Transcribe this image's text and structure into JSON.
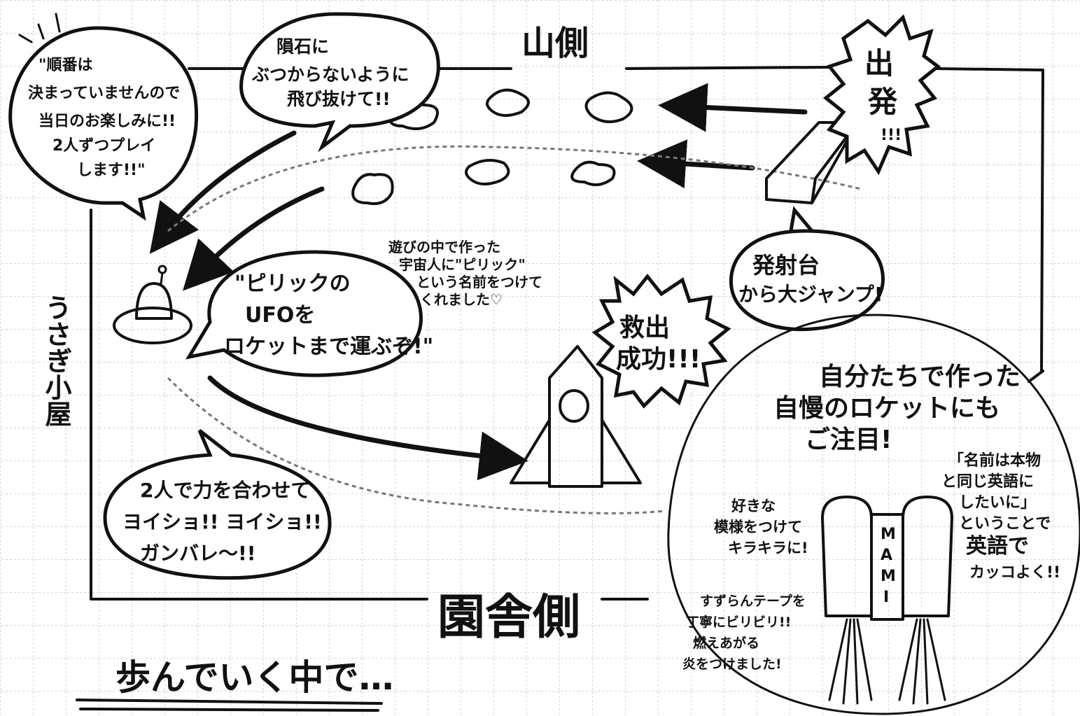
{
  "labels": {
    "mountain_side": "山側",
    "school_side": "園舎側",
    "rabbit_hut": "うさぎ小屋",
    "footer": "歩んでいく中で…"
  },
  "bubbles": {
    "order": [
      "\"順番は",
      "決まっていませんので",
      "当日のお楽しみに!!",
      "2人ずつプレイ",
      "します!!\""
    ],
    "meteor": [
      "隕石に",
      "ぶつからないように",
      "飛び抜けて!!"
    ],
    "start": [
      "出",
      "発",
      "!!!"
    ],
    "jump": [
      "発射台",
      "から大ジャンプ!"
    ],
    "ufo": [
      "\"ピリックの",
      "UFOを",
      "ロケットまで運ぶぞ!\""
    ],
    "rescue": [
      "救出",
      "成功!!!"
    ],
    "together": [
      "2人で力を合わせて",
      "ヨイショ!! ヨイショ!!",
      "ガンバレ〜!!"
    ]
  },
  "notes": {
    "alien": [
      "遊びの中で作った",
      "宇宙人に\"ピリック\"",
      "という名前をつけて",
      "くれました♡"
    ],
    "rocket_title": [
      "自分たちで作った",
      "自慢のロケットにも",
      "ご注目!"
    ],
    "name_note": [
      "「名前は本物",
      "と同じ英語に",
      "したいに」",
      "ということで",
      "英語で",
      "カッコよく!!"
    ],
    "pattern_note": [
      "好きな",
      "模様をつけて",
      "キラキラに!"
    ],
    "tape_note": [
      "すずらんテープを",
      "丁寧にビリビリ!!",
      "燃えあがる",
      "炎をつけました!"
    ],
    "rocket_name": [
      "M",
      "A",
      "M",
      "I"
    ]
  }
}
